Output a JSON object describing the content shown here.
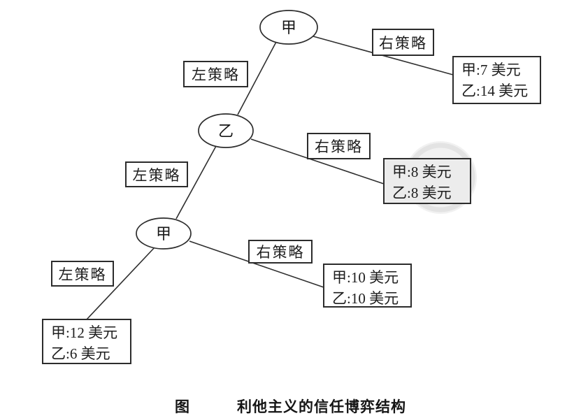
{
  "colors": {
    "ink": "#2d2d2d",
    "paper": "#ffffff",
    "watermark": "#ececec"
  },
  "tree": {
    "nodes": [
      {
        "label": "甲"
      },
      {
        "label": "乙"
      },
      {
        "label": "甲"
      }
    ],
    "branches": [
      {
        "label": "右策略"
      },
      {
        "label": "左策略"
      },
      {
        "label": "右策略"
      },
      {
        "label": "左策略"
      },
      {
        "label": "右策略"
      },
      {
        "label": "左策略"
      }
    ],
    "payoffs": [
      {
        "line1": "甲:7 美元",
        "line2": "乙:14 美元"
      },
      {
        "line1": "甲:8 美元",
        "line2": "乙:8 美元"
      },
      {
        "line1": "甲:10 美元",
        "line2": "乙:10 美元"
      },
      {
        "line1": "甲:12 美元",
        "line2": "乙:6 美元"
      }
    ]
  },
  "caption": {
    "prefix": "图",
    "title": "利他主义的信任博弈结构"
  }
}
